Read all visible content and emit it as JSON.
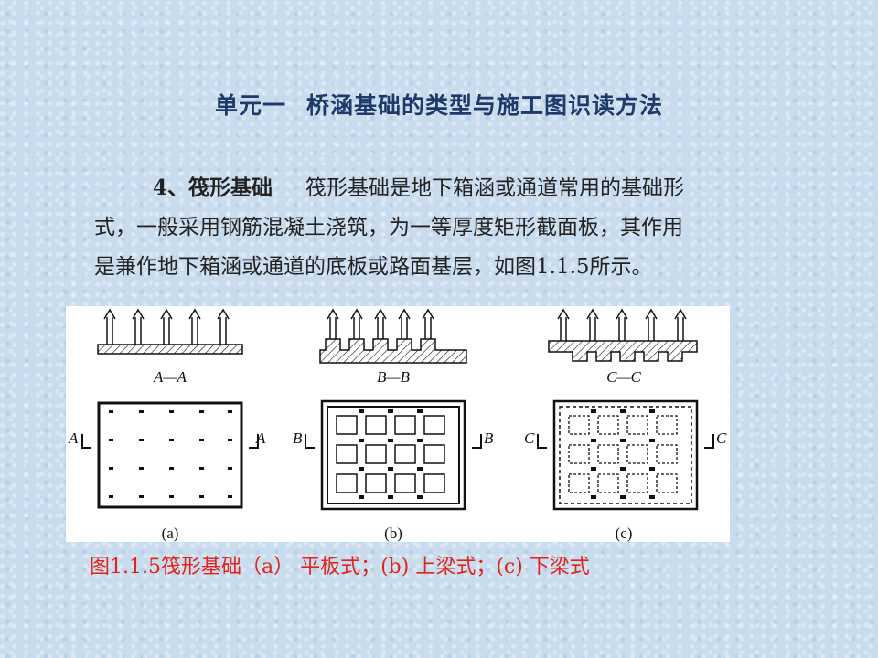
{
  "title": {
    "unit": "单元一",
    "name": "桥涵基础的类型与施工图识读方法"
  },
  "paragraph": {
    "heading": "4、筏形基础",
    "line1": "筏形基础是地下箱涵或通道常用的基础形",
    "line2": "式，一般采用钢筋混凝土浇筑，为一等厚度矩形截面板，其作用",
    "line3": "是兼作地下箱涵或通道的底板或路面基层，如图1.1.5所示。"
  },
  "figure": {
    "panels": [
      {
        "section_label": "A—A",
        "mark": "A",
        "sub_label": "(a)",
        "type": "flat-slab"
      },
      {
        "section_label": "B—B",
        "mark": "B",
        "sub_label": "(b)",
        "type": "upper-beam"
      },
      {
        "section_label": "C—C",
        "mark": "C",
        "sub_label": "(c)",
        "type": "lower-beam"
      }
    ]
  },
  "caption": "图1.1.5筏形基础（a） 平板式；(b) 上梁式；(c) 下梁式",
  "colors": {
    "title": "#1f3a6a",
    "caption": "#e2231a",
    "background": "#c9dcee"
  }
}
